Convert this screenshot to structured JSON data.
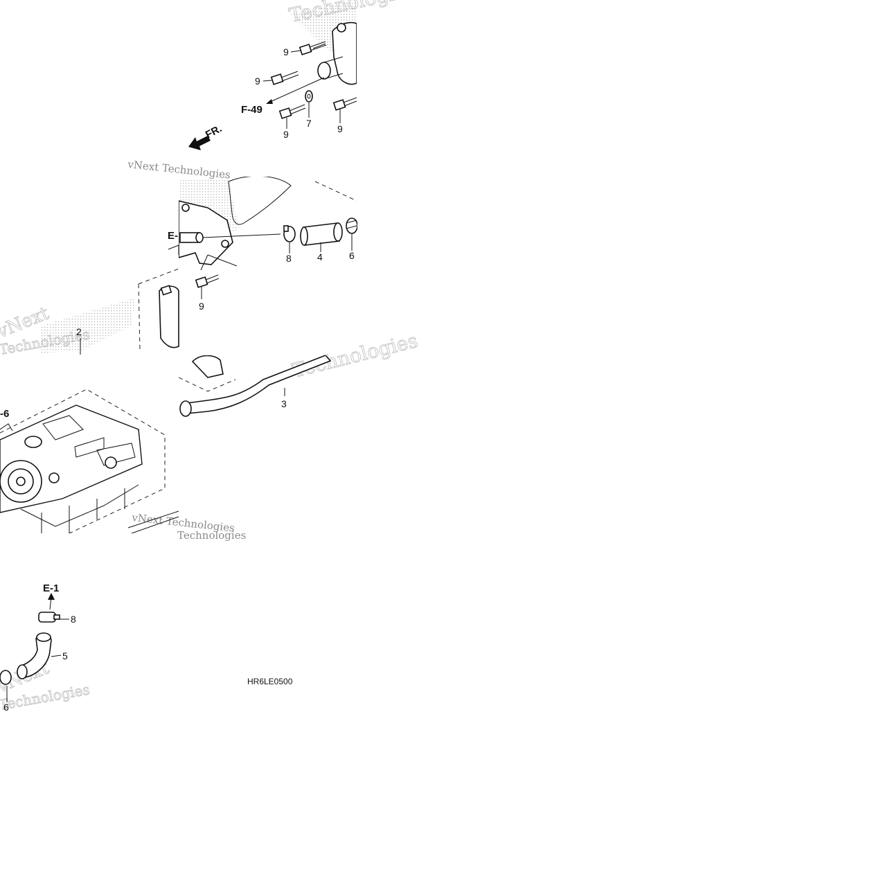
{
  "watermark": {
    "word_a": "Technologies",
    "word_b": "vNext Technologies",
    "word_c": "vNext",
    "word_d": "Technologies"
  },
  "direction_arrow": {
    "label": "FR."
  },
  "refs": {
    "f49": "F-49",
    "e1_partial": "E-",
    "e1": "E-1",
    "e6_partial": "-6"
  },
  "callouts": {
    "c9_a": "9",
    "c9_b": "9",
    "c9_c": "9",
    "c9_d": "9",
    "c9_e": "9",
    "c7": "7",
    "c8_a": "8",
    "c8_b": "8",
    "c4": "4",
    "c6_a": "6",
    "c6_b": "6",
    "c2": "2",
    "c3": "3",
    "c5": "5"
  },
  "diagram_code": "HR6LE0500",
  "colors": {
    "line": "#111111",
    "stipple": "#b5b5b5",
    "watermark": "#c9c9c9"
  }
}
